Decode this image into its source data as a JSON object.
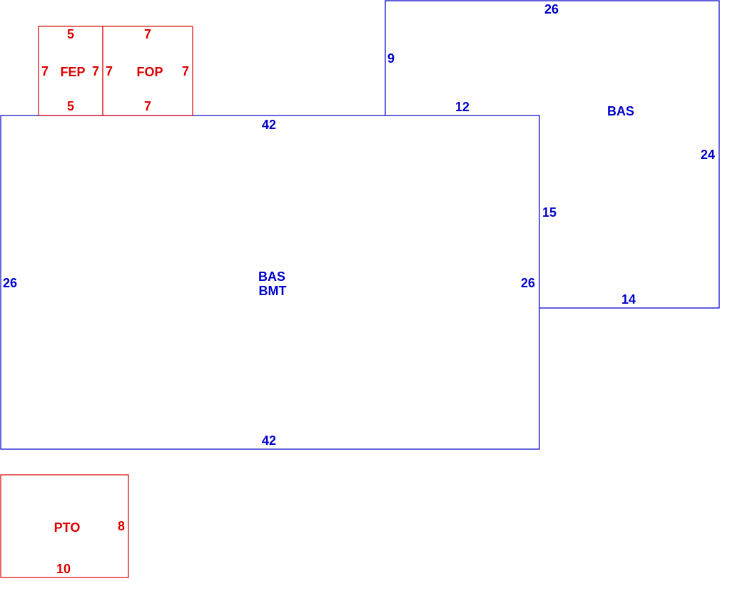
{
  "colors": {
    "main": "#0000cc",
    "accessory": "#dd0000",
    "background": "#ffffff"
  },
  "areas": {
    "main": {
      "labels": [
        "BAS",
        "BMT"
      ],
      "dims": {
        "top": "42",
        "bottom": "42",
        "left": "26",
        "right": "26"
      }
    },
    "addition": {
      "label": "BAS",
      "dims": {
        "top": "26",
        "left": "9",
        "step": "12",
        "right": "24",
        "lower_left": "15",
        "bottom": "14"
      }
    },
    "fep": {
      "label": "FEP",
      "dims": {
        "top": "5",
        "bottom": "5",
        "left": "7",
        "right": "7"
      }
    },
    "fop": {
      "label": "FOP",
      "dims": {
        "top": "7",
        "bottom": "7",
        "left": "7",
        "right": "7"
      }
    },
    "pto": {
      "label": "PTO",
      "dims": {
        "right": "8",
        "bottom": "10"
      }
    }
  }
}
